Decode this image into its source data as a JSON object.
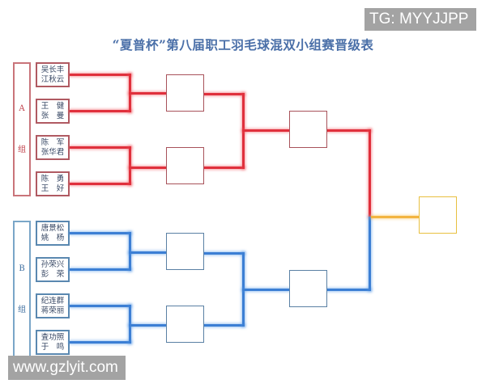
{
  "title": "“夏普杯”第八届职工羽毛球混双小组赛晋级表",
  "watermarks": {
    "top_right": "TG: MYYJJPP",
    "bottom_left": "www.gzlyit.com"
  },
  "colors": {
    "group_a": "#e0303c",
    "group_b": "#3c7fd4",
    "final": "#f2b440",
    "title": "#4a6fa8"
  },
  "groups": [
    {
      "letter": "A",
      "label": "组",
      "pairs": [
        {
          "line1": "吴长丰",
          "line2": "江秋云"
        },
        {
          "line1": "王　健",
          "line2": "张　曼"
        },
        {
          "line1": "陈　军",
          "line2": "张华君"
        },
        {
          "line1": "陈　勇",
          "line2": "王　好"
        }
      ]
    },
    {
      "letter": "B",
      "label": "组",
      "pairs": [
        {
          "line1": "唐景松",
          "line2": "姚　杨"
        },
        {
          "line1": "孙荣兴",
          "line2": "彭　荣"
        },
        {
          "line1": "纪连群",
          "line2": "蒋荣丽"
        },
        {
          "line1": "査功照",
          "line2": "于　鸣"
        }
      ]
    }
  ],
  "rounds": {
    "round2_slots": [
      "",
      "",
      "",
      ""
    ],
    "semifinal_slots": [
      "",
      ""
    ],
    "final_slot": ""
  }
}
